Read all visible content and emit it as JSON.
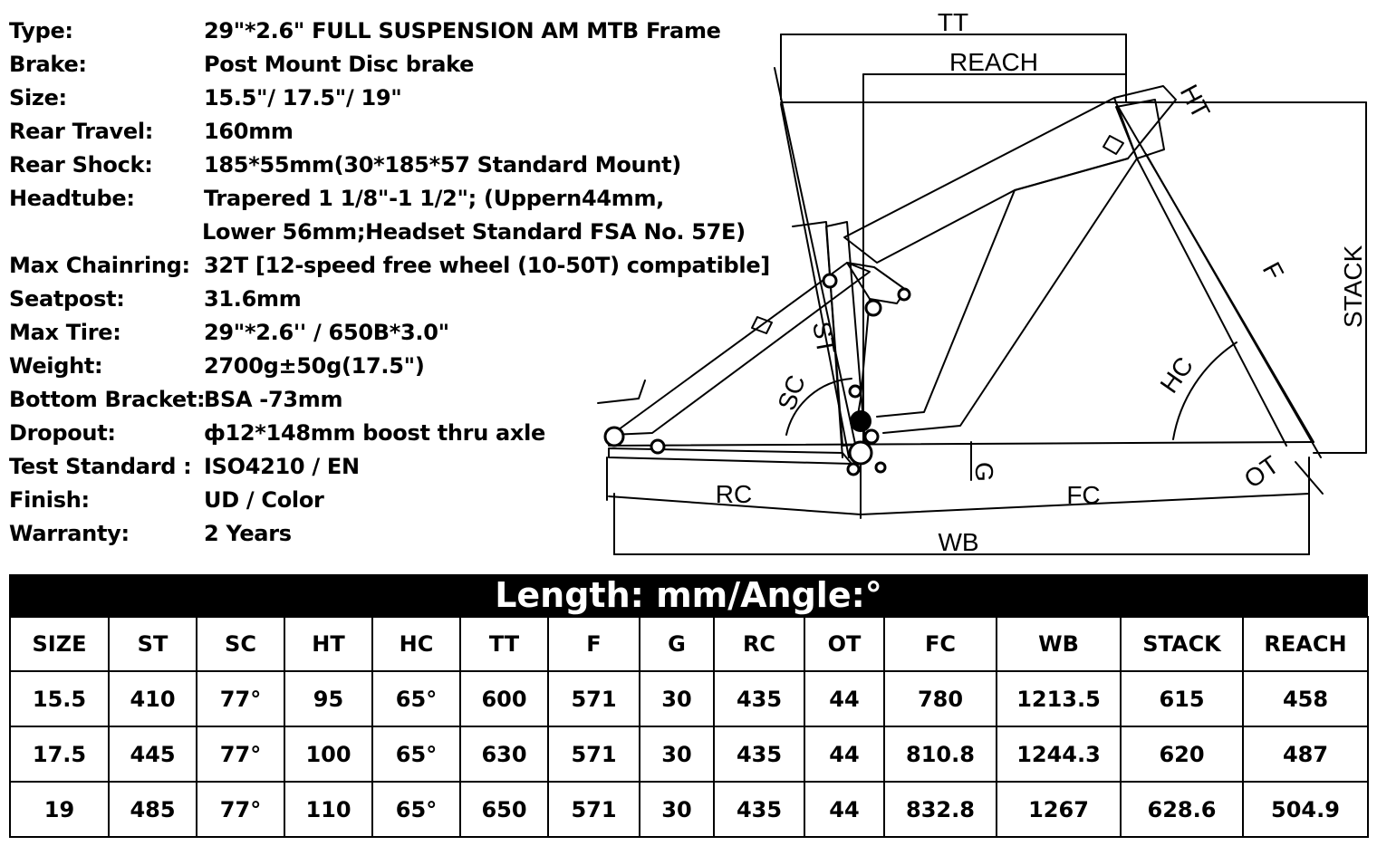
{
  "specs": [
    {
      "label": "Type:",
      "value": "29\"*2.6\" FULL SUSPENSION AM MTB Frame"
    },
    {
      "label": "Brake:",
      "value": "Post Mount Disc brake"
    },
    {
      "label": "Size:",
      "value": "15.5\"/ 17.5\"/ 19\""
    },
    {
      "label": "Rear Travel:",
      "value": "160mm"
    },
    {
      "label": "Rear Shock:",
      "value": "185*55mm(30*185*57 Standard Mount)"
    },
    {
      "label": "Headtube:",
      "value": "Trapered 1 1/8\"-1 1/2\"; (Uppern44mm,"
    },
    {
      "label": "",
      "value": "Lower 56mm;Headset Standard FSA No. 57E)"
    },
    {
      "label": "Max Chainring:",
      "value": "32T [12-speed free wheel (10-50T) compatible]"
    },
    {
      "label": "Seatpost:",
      "value": "31.6mm"
    },
    {
      "label": "Max Tire:",
      "value": "29\"*2.6'' / 650B*3.0\""
    },
    {
      "label": "Weight:",
      "value": "2700g±50g(17.5\")"
    },
    {
      "label": "Bottom Bracket:",
      "value": "BSA -73mm"
    },
    {
      "label": "Dropout:",
      "value": "ф12*148mm boost thru axle"
    },
    {
      "label": "Test Standard :",
      "value": "ISO4210 / EN"
    },
    {
      "label": "Finish:",
      "value": "UD / Color"
    },
    {
      "label": "Warranty:",
      "value": "2 Years"
    }
  ],
  "diagram": {
    "labels": {
      "tt": "TT",
      "reach": "REACH",
      "ht": "HT",
      "stack": "STACK",
      "f": "F",
      "hc": "HC",
      "st": "ST",
      "sc": "SC",
      "rc": "RC",
      "g": "G",
      "fc": "FC",
      "ot": "OT",
      "wb": "WB"
    }
  },
  "table": {
    "title": "Length: mm/Angle:°",
    "headers": [
      "SIZE",
      "ST",
      "SC",
      "HT",
      "HC",
      "TT",
      "F",
      "G",
      "RC",
      "OT",
      "FC",
      "WB",
      "STACK",
      "REACH"
    ],
    "rows": [
      [
        "15.5",
        "410",
        "77°",
        "95",
        "65°",
        "600",
        "571",
        "30",
        "435",
        "44",
        "780",
        "1213.5",
        "615",
        "458"
      ],
      [
        "17.5",
        "445",
        "77°",
        "100",
        "65°",
        "630",
        "571",
        "30",
        "435",
        "44",
        "810.8",
        "1244.3",
        "620",
        "487"
      ],
      [
        "19",
        "485",
        "77°",
        "110",
        "65°",
        "650",
        "571",
        "30",
        "435",
        "44",
        "832.8",
        "1267",
        "628.6",
        "504.9"
      ]
    ]
  }
}
